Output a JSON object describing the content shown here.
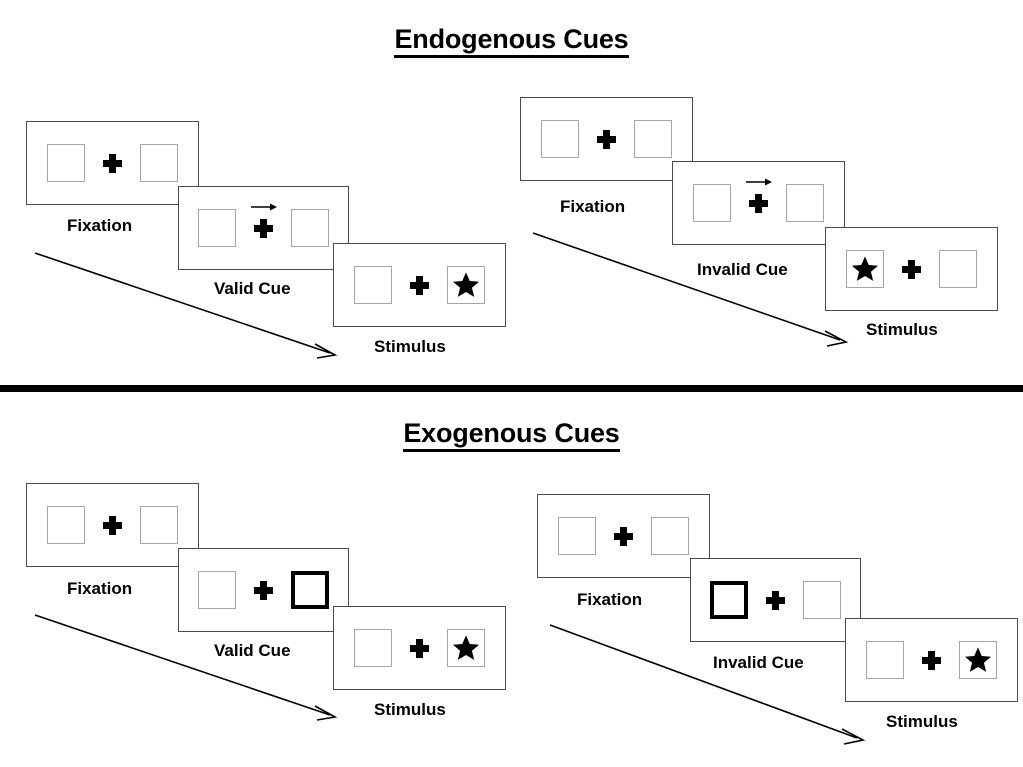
{
  "sections": [
    {
      "id": "endogenous",
      "title": "Endogenous Cues",
      "conditions": [
        {
          "id": "endogenous-valid",
          "stages": [
            {
              "label": "Fixation",
              "cue_type": "none",
              "cue_side": "none",
              "target_side": "none"
            },
            {
              "label": "Valid Cue",
              "cue_type": "arrow",
              "cue_side": "right",
              "target_side": "none"
            },
            {
              "label": "Stimulus",
              "cue_type": "none",
              "cue_side": "none",
              "target_side": "right"
            }
          ]
        },
        {
          "id": "endogenous-invalid",
          "stages": [
            {
              "label": "Fixation",
              "cue_type": "none",
              "cue_side": "none",
              "target_side": "none"
            },
            {
              "label": "Invalid Cue",
              "cue_type": "arrow",
              "cue_side": "right",
              "target_side": "none"
            },
            {
              "label": "Stimulus",
              "cue_type": "none",
              "cue_side": "none",
              "target_side": "left"
            }
          ]
        }
      ]
    },
    {
      "id": "exogenous",
      "title": "Exogenous Cues",
      "conditions": [
        {
          "id": "exogenous-valid",
          "stages": [
            {
              "label": "Fixation",
              "cue_type": "none",
              "cue_side": "none",
              "target_side": "none"
            },
            {
              "label": "Valid Cue",
              "cue_type": "box-flash",
              "cue_side": "right",
              "target_side": "none"
            },
            {
              "label": "Stimulus",
              "cue_type": "none",
              "cue_side": "none",
              "target_side": "right"
            }
          ]
        },
        {
          "id": "exogenous-invalid",
          "stages": [
            {
              "label": "Fixation",
              "cue_type": "none",
              "cue_side": "none",
              "target_side": "none"
            },
            {
              "label": "Invalid Cue",
              "cue_type": "box-flash",
              "cue_side": "left",
              "target_side": "none"
            },
            {
              "label": "Stimulus",
              "cue_type": "none",
              "cue_side": "none",
              "target_side": "right"
            }
          ]
        }
      ]
    }
  ],
  "labels": {
    "endogenous_title": "Endogenous Cues",
    "exogenous_title": "Exogenous Cues",
    "fixation": "Fixation",
    "valid_cue": "Valid Cue",
    "invalid_cue": "Invalid Cue",
    "stimulus": "Stimulus"
  },
  "colors": {
    "frame_border": "#4a4a4a",
    "box_border": "#a6a6a6",
    "cued_box_border": "#000000",
    "text": "#000000",
    "divider": "#000000",
    "background": "#ffffff"
  },
  "icons": {
    "target": "star-icon",
    "fixation": "plus-icon",
    "endogenous_cue": "right-arrow-icon",
    "flow": "diagonal-arrow-icon"
  }
}
